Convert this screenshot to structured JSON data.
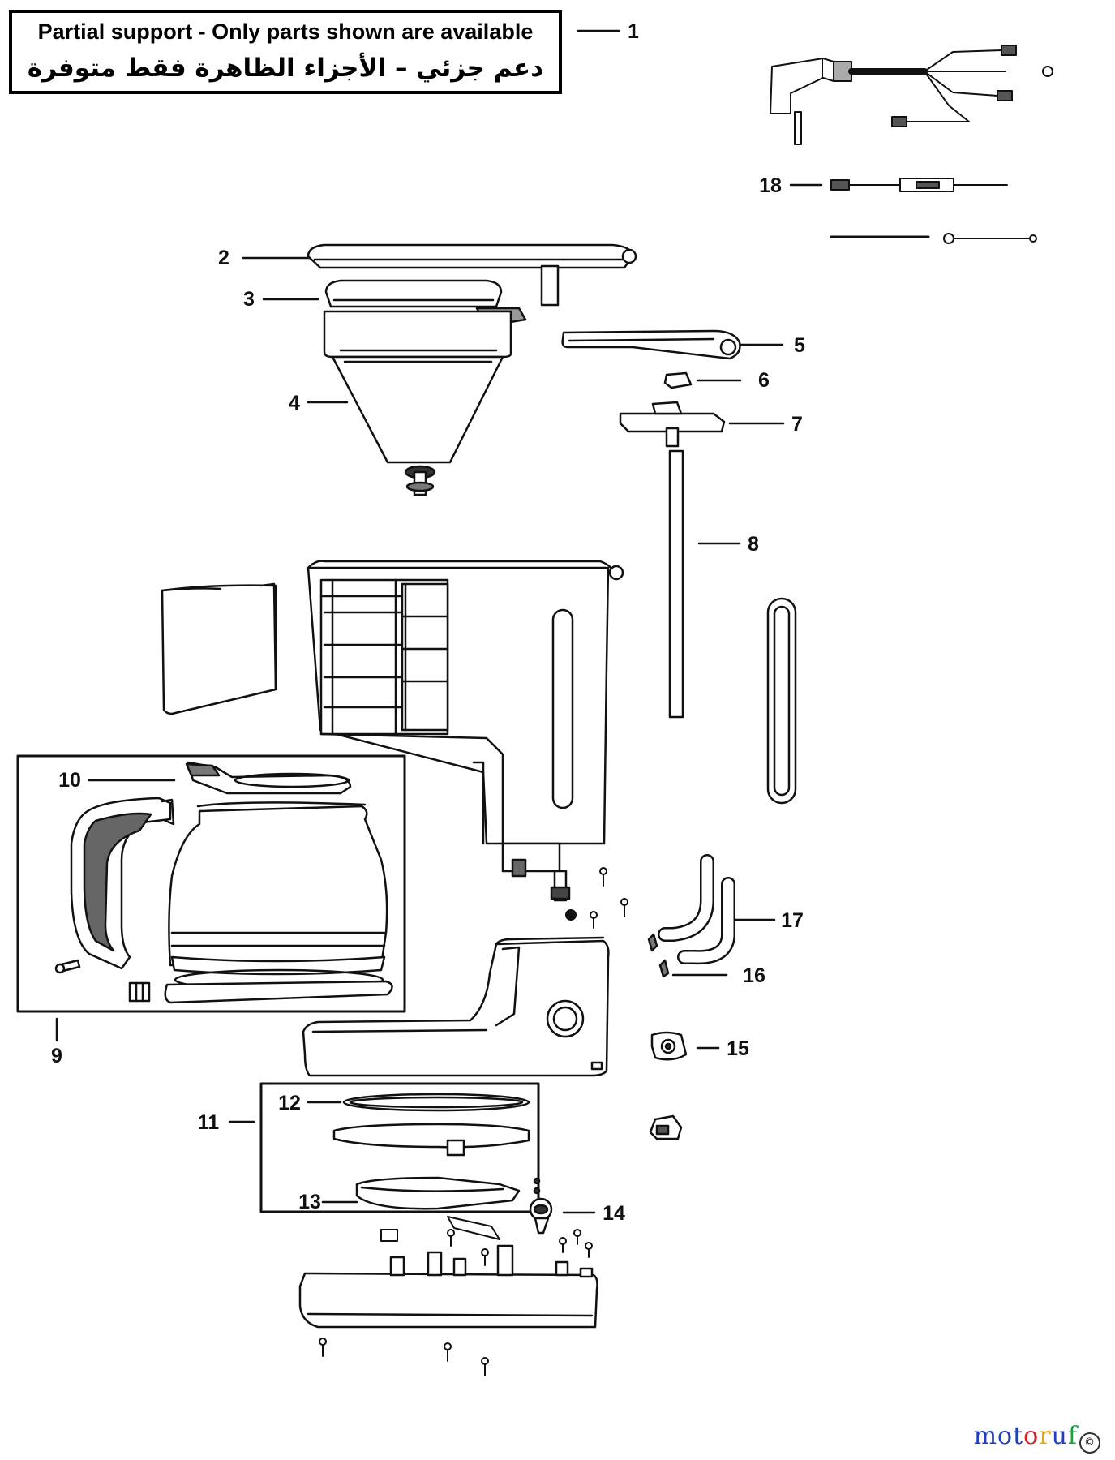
{
  "notice": {
    "english": "Partial support - Only parts shown are available",
    "arabic": "دعم جزئي – الأجزاء الظاهرة فقط متوفرة"
  },
  "callouts": [
    "1",
    "2",
    "3",
    "4",
    "5",
    "6",
    "7",
    "8",
    "9",
    "10",
    "11",
    "12",
    "13",
    "14",
    "15",
    "16",
    "17",
    "18"
  ],
  "watermark": {
    "text": "motoruf",
    "letter_colors": [
      "#1f3fbf",
      "#1f3fbf",
      "#1f3fbf",
      "#d62020",
      "#f0a500",
      "#1f3fbf",
      "#1aa03c"
    ],
    "badge_color": "#1aa03c"
  },
  "colors": {
    "line": "#111111",
    "fill_dark": "#333333",
    "fill_mid": "#888888",
    "fill_light": "#eeeeee"
  }
}
